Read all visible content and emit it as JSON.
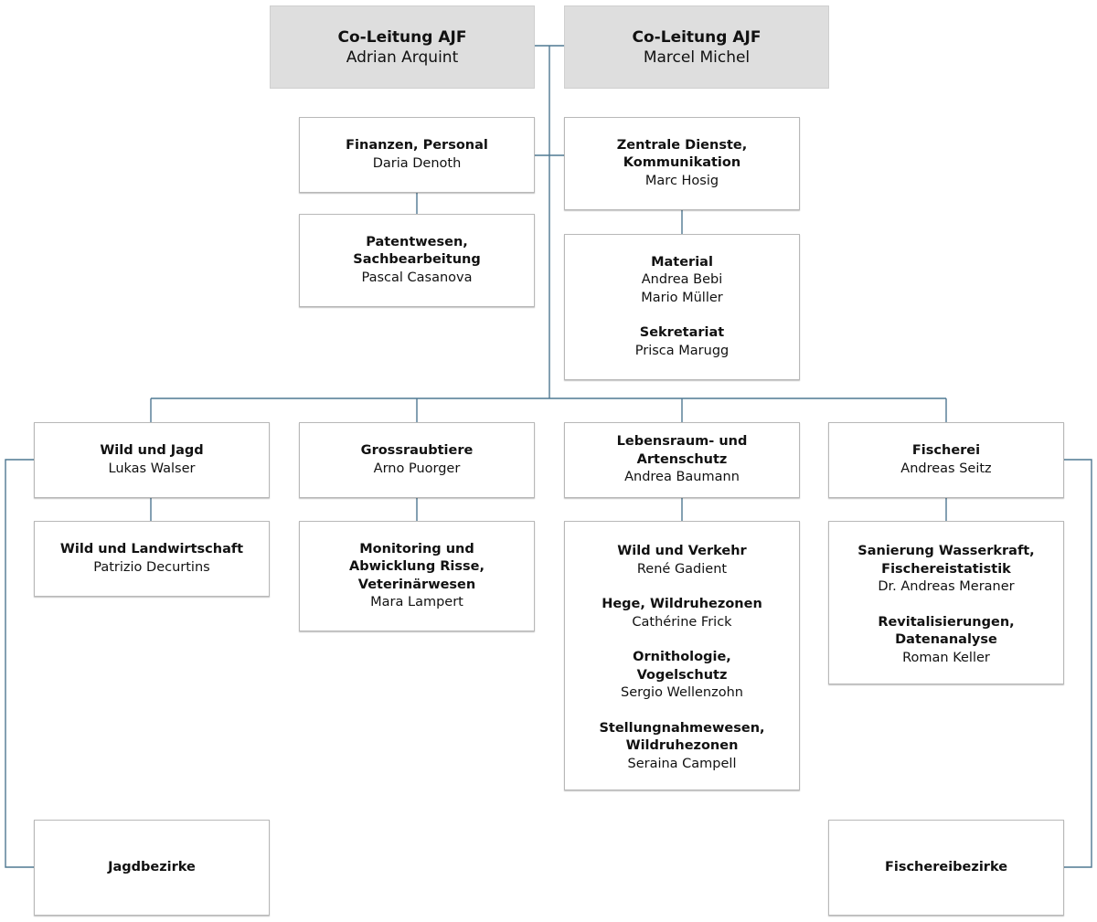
{
  "heads": [
    {
      "title": "Co-Leitung AJF",
      "name": "Adrian Arquint"
    },
    {
      "title": "Co-Leitung AJF",
      "name": "Marcel Michel"
    }
  ],
  "staff": {
    "finanzen": {
      "title": "Finanzen, Personal",
      "name": "Daria Denoth"
    },
    "patentwesen": {
      "title_1": "Patentwesen,",
      "title_2": "Sachbearbeitung",
      "name": "Pascal Casanova"
    },
    "zentrale": {
      "title_1": "Zentrale Dienste,",
      "title_2": "Kommunikation",
      "name": "Marc Hosig"
    },
    "material": {
      "title": "Material",
      "name_1": "Andrea Bebi",
      "name_2": "Mario Müller"
    },
    "sekretariat": {
      "title": "Sekretariat",
      "name": "Prisca Marugg"
    }
  },
  "divisions": {
    "wild_jagd": {
      "title": "Wild und Jagd",
      "name": "Lukas Walser"
    },
    "grossraubtiere": {
      "title": "Grossraubtiere",
      "name": "Arno Puorger"
    },
    "lebensraum": {
      "title": "Lebensraum- und Artenschutz",
      "name": "Andrea Baumann"
    },
    "fischerei": {
      "title": "Fischerei",
      "name": "Andreas Seitz"
    }
  },
  "units": {
    "wild_landwirtschaft": {
      "title": "Wild und Landwirtschaft",
      "name": "Patrizio Decurtins"
    },
    "monitoring": {
      "title_1": "Monitoring und",
      "title_2": "Abwicklung Risse,",
      "title_3": "Veterinärwesen",
      "name": "Mara Lampert"
    },
    "wild_verkehr": {
      "title": "Wild und Verkehr",
      "name": "René Gadient"
    },
    "hege": {
      "title": "Hege, Wildruhezonen",
      "name": "Cathérine Frick"
    },
    "ornithologie": {
      "title_1": "Ornithologie,",
      "title_2": "Vogelschutz",
      "name": "Sergio Wellenzohn"
    },
    "stellungnahme": {
      "title_1": "Stellungnahmewesen,",
      "title_2": "Wildruhezonen",
      "name": "Seraina Campell"
    },
    "sanierung": {
      "title_1": "Sanierung Wasserkraft,",
      "title_2": "Fischereistatistik",
      "name": "Dr. Andreas Meraner"
    },
    "revitalisierung": {
      "title_1": "Revitalisierungen,",
      "title_2": "Datenanalyse",
      "name": "Roman Keller"
    }
  },
  "districts": {
    "jagdbezirke": "Jagdbezirke",
    "fischereibezirke": "Fischereibezirke"
  },
  "colors": {
    "connector": "#4f7892",
    "head_fill": "#dedede",
    "box_border": "#b8b8b8"
  }
}
